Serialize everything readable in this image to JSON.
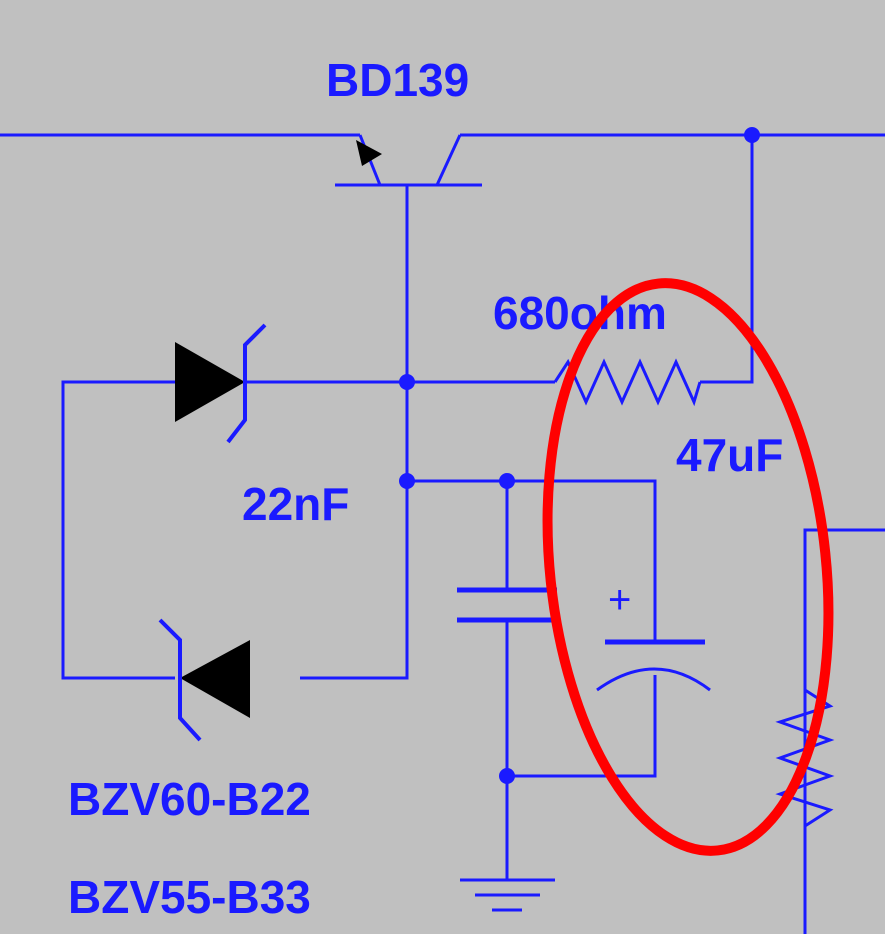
{
  "colors": {
    "background": "#c0c0c0",
    "wire": "#1a1aff",
    "label": "#1a1aff",
    "diode_body": "#000000",
    "highlight": "#ff0000"
  },
  "labels": {
    "transistor": "BD139",
    "resistor": "680ohm",
    "electrolytic_cap": "47uF",
    "ceramic_cap": "22nF",
    "zener_upper": "BZV60-B22",
    "zener_lower": "BZV55-B33"
  },
  "symbols": {
    "plus_sign": "+"
  }
}
